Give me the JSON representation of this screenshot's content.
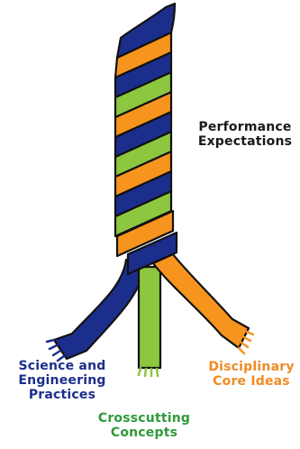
{
  "labels": {
    "performance_expectations": "Performance\nExpectations",
    "science_engineering_practices": "Science and\nEngineering\nPractices",
    "crosscutting_concepts": "Crosscutting\nConcepts",
    "disciplinary_core_ideas": "Disciplinary\nCore Ideas"
  },
  "colors": {
    "practices_blue": "#1c2e8c",
    "crosscutting_green": "#8dc63f",
    "core_ideas_orange": "#f7941d",
    "outline": "#111111"
  }
}
